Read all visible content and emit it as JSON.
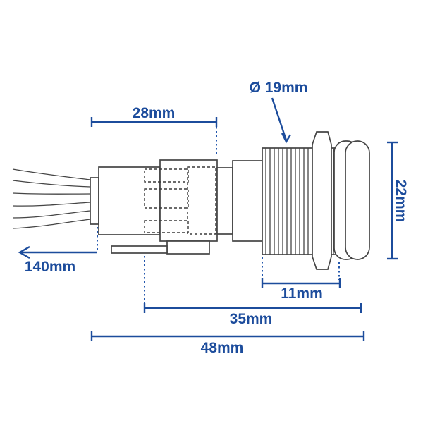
{
  "drawing": {
    "type": "technical-dimension-diagram",
    "subject": "panel-mount push button switch with wire leads",
    "colors": {
      "background": "#ffffff",
      "outline": "#454545",
      "dimension_accent": "#1c4c9c"
    }
  },
  "dimensions": {
    "wire_length": "140mm",
    "body_length": "28mm",
    "thread_diameter": "Ø 19mm",
    "head_height": "22mm",
    "thread_length": "11mm",
    "mid_length": "35mm",
    "total_length": "48mm"
  }
}
